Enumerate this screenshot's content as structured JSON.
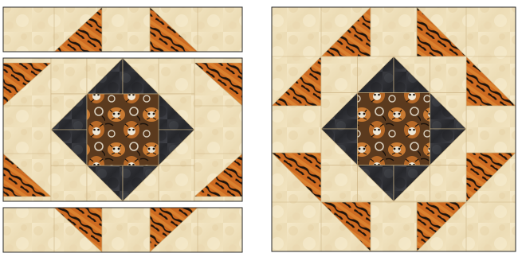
{
  "colors": {
    "background": "#ffffff",
    "cream_light": "#f3e6c4",
    "cream_mid": "#ead8b0",
    "cream_dark": "#dcc596",
    "seam": "#cdb586",
    "outline": "#2a2a2a",
    "star_dark": "#2b2c30",
    "star_light": "#55575d",
    "tiger_orange": "#c8641c",
    "tiger_orange_light": "#e08a35",
    "tiger_stripe": "#1b120b",
    "center_fabric_base": "#5b3a1e",
    "center_fabric_tiger": "#c97a32",
    "center_fabric_white": "#e9e2d2"
  },
  "pattern_names": [
    "tiger-stripe-fabric",
    "cream-mottled-fabric",
    "dark-star-fabric",
    "tiger-print-center-fabric"
  ],
  "panels": [
    "layout-with-separate-strips",
    "assembled-block"
  ]
}
